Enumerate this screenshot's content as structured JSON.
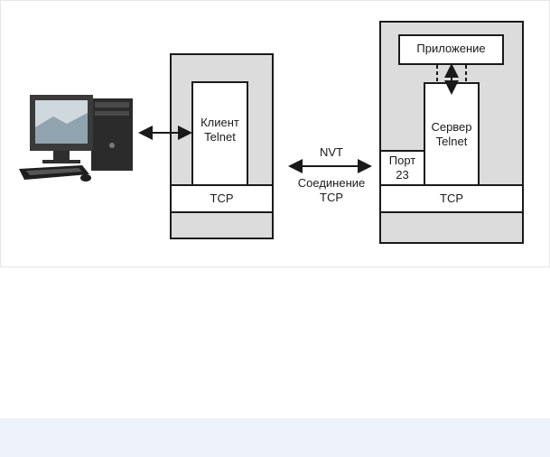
{
  "client_stack": {
    "client_label": [
      "Клиент",
      "Telnet"
    ],
    "tcp_label": "TCP"
  },
  "server_stack": {
    "app_label": "Приложение",
    "server_label": [
      "Сервер",
      "Telnet"
    ],
    "port_label": [
      "Порт",
      "23"
    ],
    "tcp_label": "TCP"
  },
  "connection": {
    "protocol_label": "NVT",
    "conn_label": [
      "Соединение",
      "TCP"
    ]
  },
  "icons": [
    "desktop-computer-icon"
  ],
  "colors": {
    "stack_fill": "#dcdcdc",
    "line": "#1a1a1a",
    "band": "#eef2fa"
  }
}
